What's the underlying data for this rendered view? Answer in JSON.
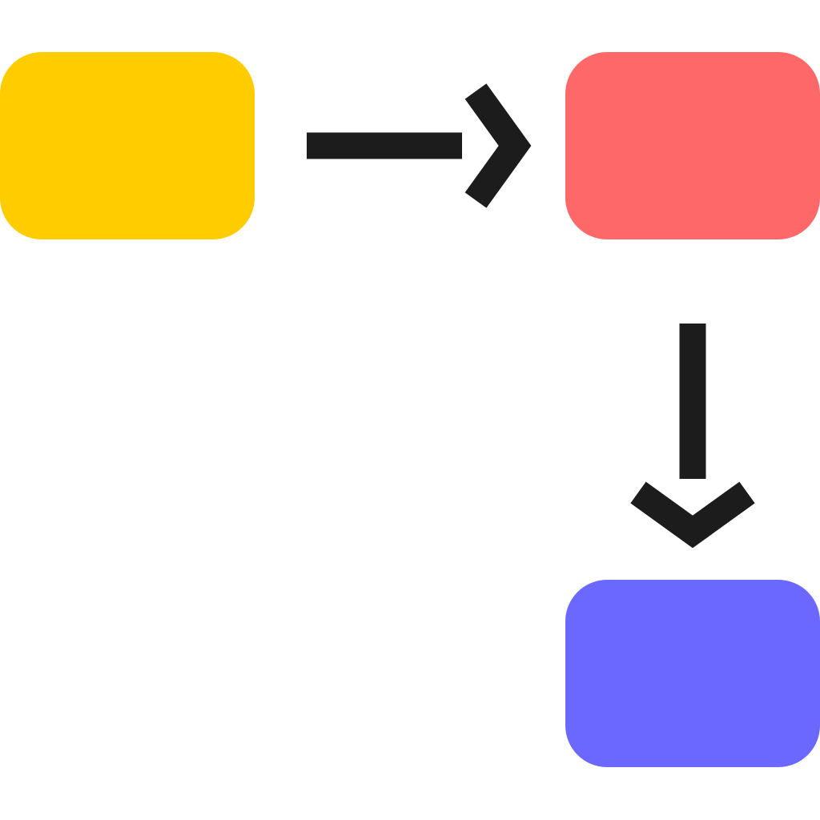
{
  "diagram": {
    "type": "flow",
    "nodes": [
      {
        "id": "node-1",
        "shape": "rounded-rectangle",
        "color": "#FFCC00",
        "label": ""
      },
      {
        "id": "node-2",
        "shape": "rounded-rectangle",
        "color": "#FF6868",
        "label": ""
      },
      {
        "id": "node-3",
        "shape": "rounded-rectangle",
        "color": "#6A68FF",
        "label": ""
      }
    ],
    "edges": [
      {
        "from": "node-1",
        "to": "node-2",
        "direction": "right",
        "icon": "arrow-right-icon",
        "color": "#1C1C1C"
      },
      {
        "from": "node-2",
        "to": "node-3",
        "direction": "down",
        "icon": "arrow-down-icon",
        "color": "#1C1C1C"
      }
    ],
    "background": "#FFFFFF"
  }
}
